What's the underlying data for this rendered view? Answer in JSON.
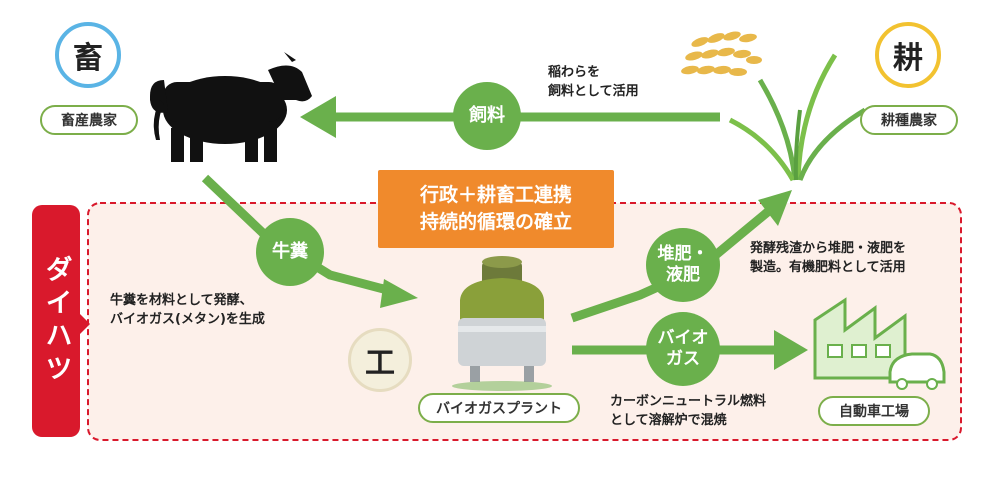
{
  "actors": {
    "livestock": {
      "symbol": "畜",
      "label": "畜産農家",
      "ring_color": "#5ab4e5"
    },
    "farmer": {
      "symbol": "耕",
      "label": "耕種農家",
      "ring_color": "#f2c230"
    },
    "industry": {
      "symbol": "工"
    }
  },
  "flows": {
    "feed": {
      "label": "飼料",
      "note": [
        "稲わらを",
        "飼料として活用"
      ]
    },
    "manure": {
      "label": "牛糞",
      "note": [
        "牛糞を材料として発酵、",
        "バイオガス(メタン)を生成"
      ]
    },
    "fertilizer": {
      "label": [
        "堆肥・",
        "液肥"
      ],
      "note": [
        "発酵残渣から堆肥・液肥を",
        "製造。有機肥料として活用"
      ]
    },
    "biogas": {
      "label": [
        "バイオ",
        "ガス"
      ],
      "note": [
        "カーボンニュートラル燃料",
        "として溶解炉で混焼"
      ]
    }
  },
  "center_box": {
    "line1": "行政＋耕畜工連携",
    "line2": "持続的循環の確立"
  },
  "company_tab": "ダイハツ",
  "plant_label": "バイオガスプラント",
  "factory_label": "自動車工場",
  "colors": {
    "green_arrow": "#6ab04c",
    "orange": "#f08a2c",
    "red": "#d9192c",
    "dashed_border": "#d9192c",
    "area_fill": "#fdf0ea"
  }
}
